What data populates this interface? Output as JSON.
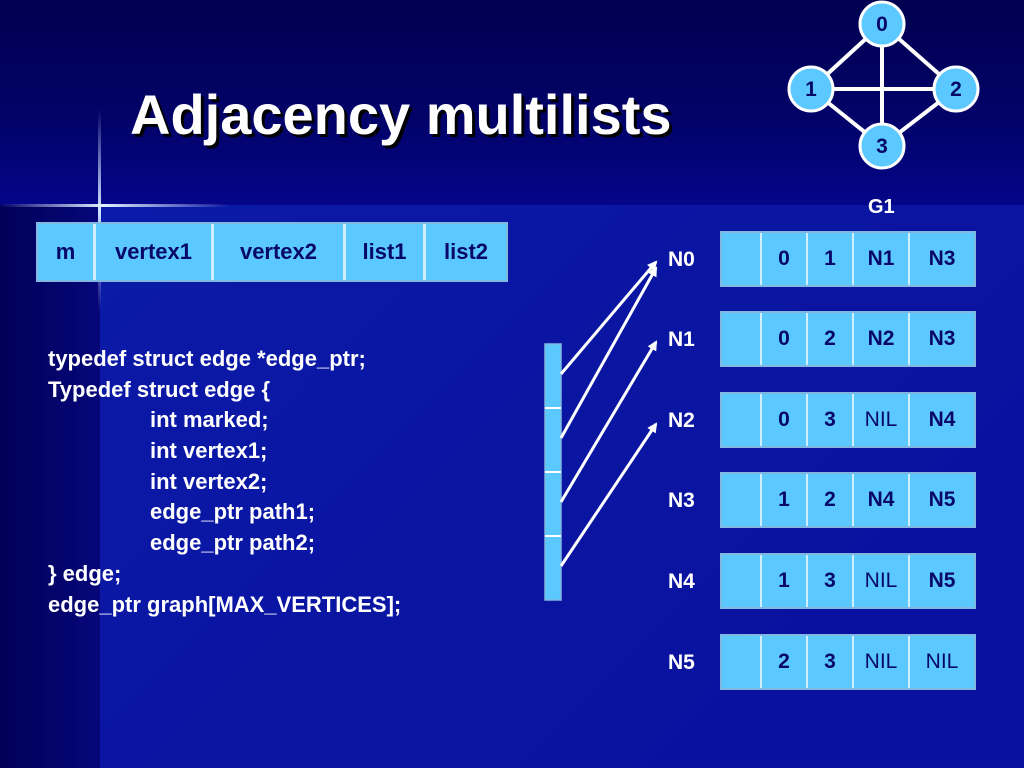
{
  "title": "Adjacency multilists",
  "struct_fields": [
    "m",
    "vertex1",
    "vertex2",
    "list1",
    "list2"
  ],
  "code": [
    "typedef struct edge *edge_ptr;",
    "Typedef struct edge {",
    "int marked;",
    "int vertex1;",
    "int vertex2;",
    "edge_ptr path1;",
    "edge_ptr path2;",
    "} edge;",
    "edge_ptr graph[MAX_VERTICES];"
  ],
  "graph": {
    "label": "G1",
    "vertices": [
      "0",
      "1",
      "2",
      "3"
    ],
    "edges": [
      [
        "0",
        "1"
      ],
      [
        "0",
        "2"
      ],
      [
        "0",
        "3"
      ],
      [
        "1",
        "2"
      ],
      [
        "1",
        "3"
      ],
      [
        "2",
        "3"
      ]
    ]
  },
  "nodes": [
    {
      "name": "N0",
      "cells": [
        "",
        "0",
        "1",
        "N1",
        "N3"
      ]
    },
    {
      "name": "N1",
      "cells": [
        "",
        "0",
        "2",
        "N2",
        "N3"
      ]
    },
    {
      "name": "N2",
      "cells": [
        "",
        "0",
        "3",
        "NIL",
        "N4"
      ]
    },
    {
      "name": "N3",
      "cells": [
        "",
        "1",
        "2",
        "N4",
        "N5"
      ]
    },
    {
      "name": "N4",
      "cells": [
        "",
        "1",
        "3",
        "NIL",
        "N5"
      ]
    },
    {
      "name": "N5",
      "cells": [
        "",
        "2",
        "3",
        "NIL",
        "NIL"
      ]
    }
  ],
  "graph_array_pointers": [
    "N0",
    "N0",
    "N1",
    "N2"
  ],
  "colors": {
    "background": "#0a0a6e",
    "cell": "#5bc8ff",
    "cell_text": "#08086a",
    "cell_divider": "#cfeeff"
  }
}
